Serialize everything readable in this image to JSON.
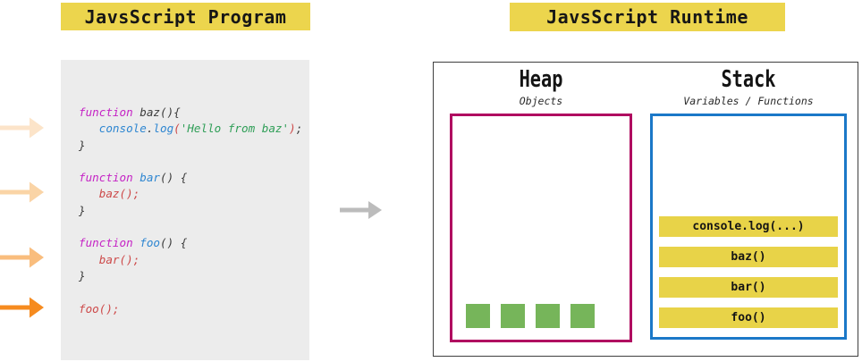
{
  "program": {
    "title": "JavsScript Program",
    "code_lines": [
      [
        [
          "kw",
          "function"
        ],
        [
          "pl",
          " baz(){"
        ]
      ],
      [
        [
          "pl",
          "   "
        ],
        [
          "fn",
          "console"
        ],
        [
          "pl",
          "."
        ],
        [
          "fn",
          "log"
        ],
        [
          "call",
          "("
        ],
        [
          "str",
          "'Hello from baz'"
        ],
        [
          "call",
          ")"
        ],
        [
          "pl",
          ";"
        ]
      ],
      [
        [
          "pl",
          "}"
        ]
      ],
      [],
      [
        [
          "kw",
          "function"
        ],
        [
          "pl",
          " "
        ],
        [
          "fn",
          "bar"
        ],
        [
          "pl",
          "() {"
        ]
      ],
      [
        [
          "pl",
          "   "
        ],
        [
          "call",
          "baz();"
        ]
      ],
      [
        [
          "pl",
          "}"
        ]
      ],
      [],
      [
        [
          "kw",
          "function"
        ],
        [
          "pl",
          " "
        ],
        [
          "fn",
          "foo"
        ],
        [
          "pl",
          "() {"
        ]
      ],
      [
        [
          "pl",
          "   "
        ],
        [
          "call",
          "bar();"
        ]
      ],
      [
        [
          "pl",
          "}"
        ]
      ],
      [],
      [
        [
          "call",
          "foo();"
        ]
      ]
    ]
  },
  "runtime": {
    "title": "JavsScript Runtime",
    "heap": {
      "title": "Heap",
      "subtitle": "Objects",
      "object_count": 4
    },
    "stack": {
      "title": "Stack",
      "subtitle": "Variables / Functions",
      "frames": [
        "console.log(...)",
        "baz()",
        "bar()",
        "foo()"
      ]
    }
  },
  "arrows": {
    "left": [
      "#fce4c9",
      "#fad4a6",
      "#f9bd7d",
      "#f68b1f"
    ],
    "transform": "#bcbcbc"
  },
  "colors": {
    "accent_yellow": "#ecd54d",
    "frame_yellow": "#e8d348",
    "code_bg": "#ececec",
    "heap_border": "#b00b60",
    "stack_border": "#1b78c8",
    "heap_object_green": "#76b55a",
    "syntax": {
      "keyword": "#c524c5",
      "name": "#2e86d1",
      "call": "#cd4a4a",
      "string": "#2f9e57",
      "plain": "#3c3c3c"
    }
  }
}
